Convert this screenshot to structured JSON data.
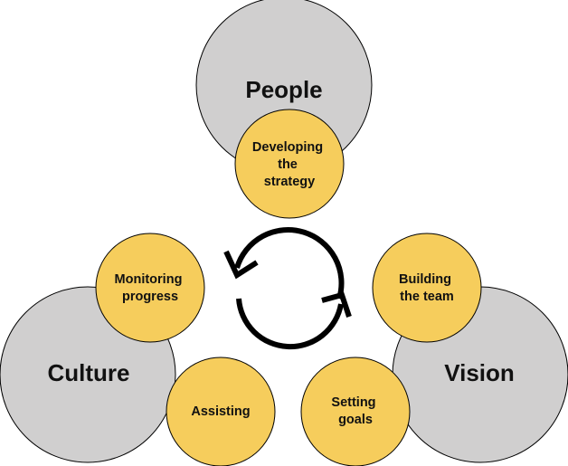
{
  "colors": {
    "big_fill": "#d0cfcf",
    "small_fill": "#f6cd5c",
    "arrow": "#000000"
  },
  "hubs": {
    "people": "People",
    "culture": "Culture",
    "vision": "Vision"
  },
  "steps": {
    "developing_strategy": [
      "Developing",
      "the",
      "strategy"
    ],
    "monitoring_progress": [
      "Monitoring",
      "progress"
    ],
    "assisting": [
      "Assisting"
    ],
    "building_team": [
      "Building",
      "the team"
    ],
    "setting_goals": [
      "Setting",
      "goals"
    ]
  },
  "cycle_icon": "refresh-cycle-icon"
}
